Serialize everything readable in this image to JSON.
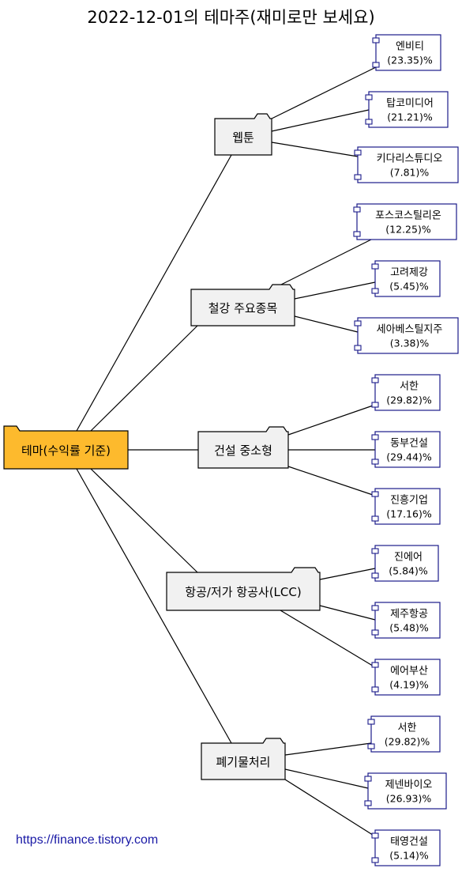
{
  "title": "2022-12-01의 테마주(재미로만 보세요)",
  "footer": "https://finance.tistory.com",
  "colors": {
    "root_fill": "#FDBA2D",
    "folder_fill": "#F1F1F1",
    "leaf_border": "#1B1B8A",
    "link": "#1A1AA6"
  },
  "root": {
    "label": "테마(수익률 기준)"
  },
  "themes": [
    {
      "label": "웹툰",
      "stocks": [
        {
          "name": "엔비티",
          "pct": "(23.35)%"
        },
        {
          "name": "탑코미디어",
          "pct": "(21.21)%"
        },
        {
          "name": "키다리스튜디오",
          "pct": "(7.81)%"
        }
      ]
    },
    {
      "label": "철강 주요종목",
      "stocks": [
        {
          "name": "포스코스틸리온",
          "pct": "(12.25)%"
        },
        {
          "name": "고려제강",
          "pct": "(5.45)%"
        },
        {
          "name": "세아베스틸지주",
          "pct": "(3.38)%"
        }
      ]
    },
    {
      "label": "건설 중소형",
      "stocks": [
        {
          "name": "서한",
          "pct": "(29.82)%"
        },
        {
          "name": "동부건설",
          "pct": "(29.44)%"
        },
        {
          "name": "진흥기업",
          "pct": "(17.16)%"
        }
      ]
    },
    {
      "label": "항공/저가 항공사(LCC)",
      "stocks": [
        {
          "name": "진에어",
          "pct": "(5.84)%"
        },
        {
          "name": "제주항공",
          "pct": "(5.48)%"
        },
        {
          "name": "에어부산",
          "pct": "(4.19)%"
        }
      ]
    },
    {
      "label": "폐기물처리",
      "stocks": [
        {
          "name": "서한",
          "pct": "(29.82)%"
        },
        {
          "name": "제넨바이오",
          "pct": "(26.93)%"
        },
        {
          "name": "태영건설",
          "pct": "(5.14)%"
        }
      ]
    }
  ]
}
